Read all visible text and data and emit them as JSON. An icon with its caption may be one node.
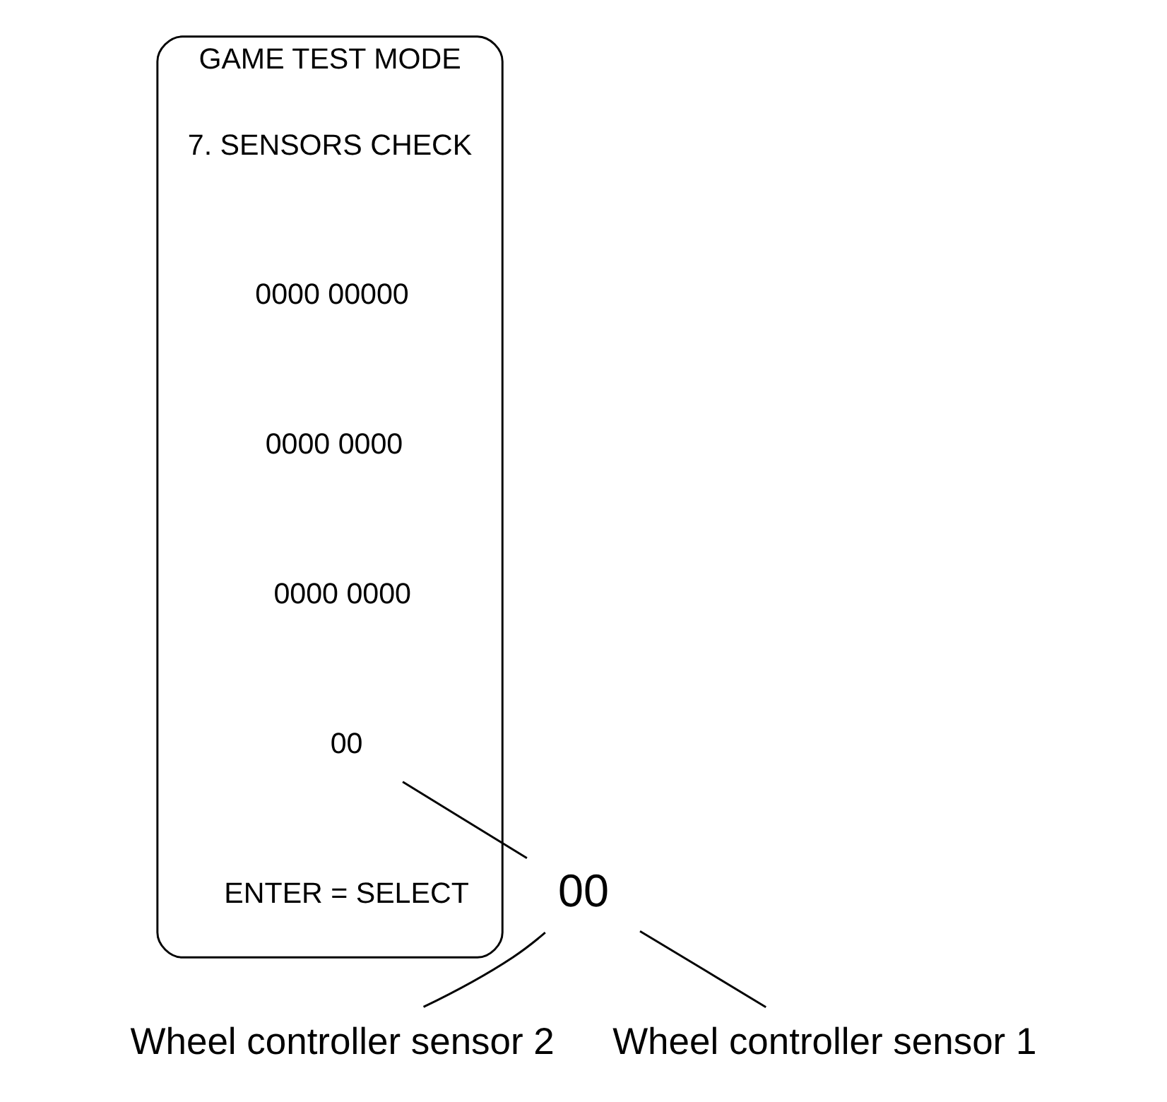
{
  "diagram": {
    "nodes": [
      {
        "text": [
          "GAME TEST MODE"
        ]
      },
      {
        "text": [
          "7. SENSORS CHECK"
        ],
        "in": 0
      },
      {
        "text": [
          "0000 00000"
        ],
        "in": 0
      },
      {
        "text": [
          "0000 0000"
        ],
        "in": 0
      },
      {
        "text": [
          "0000 0000"
        ],
        "in": 0
      },
      {
        "text": [
          "00"
        ],
        "in": 0
      },
      {
        "text": [
          "ENTER = SELECT"
        ],
        "in": 0
      },
      {
        "text": [
          "00"
        ]
      },
      {
        "text": [
          "Wheel controller sensor 2"
        ]
      },
      {
        "text": [
          "Wheel controller sensor 1"
        ]
      }
    ],
    "edges": [
      {
        "from": 5,
        "to": 7,
        "arrow": "none"
      },
      {
        "from": 7,
        "to": 8,
        "arrow": "none"
      },
      {
        "from": 7,
        "to": 9,
        "arrow": "none"
      }
    ]
  }
}
